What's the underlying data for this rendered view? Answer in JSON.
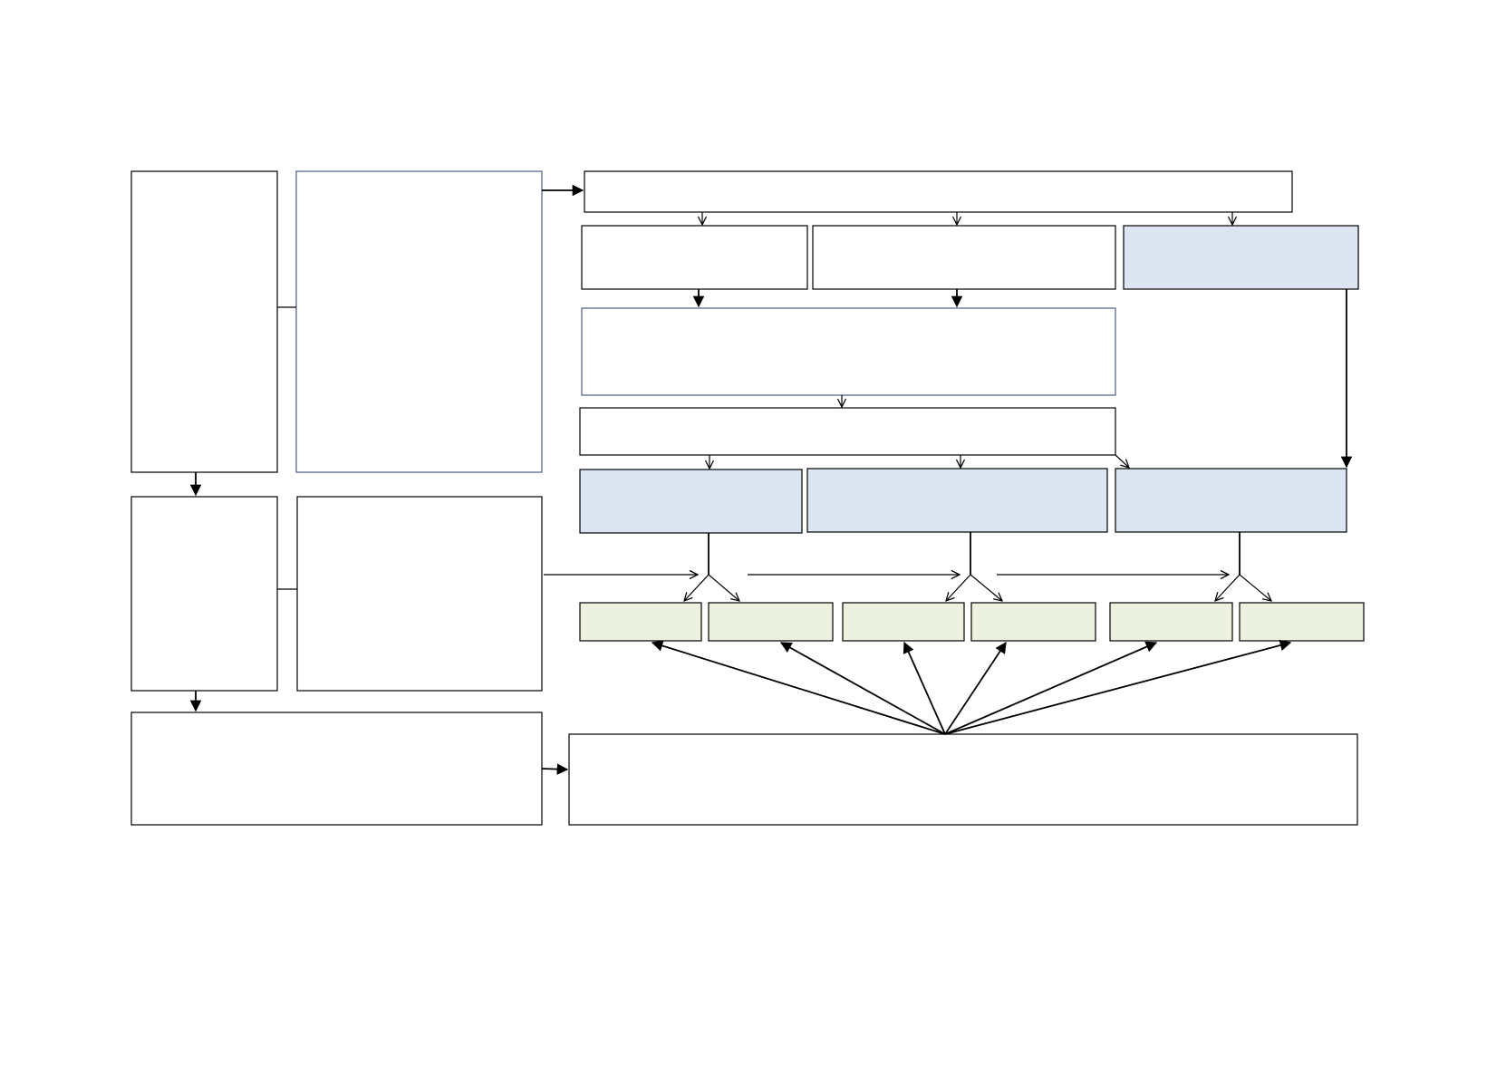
{
  "colors": {
    "border": "#000000",
    "blue_border": "#4a5f86",
    "blue_fill": "#dce6f2",
    "green_fill": "#ebf1de",
    "background": "#ffffff"
  },
  "diagram": {
    "boxes": [
      {
        "id": "left-top",
        "fill": "white",
        "label": ""
      },
      {
        "id": "left-top-detail",
        "fill": "white",
        "label": ""
      },
      {
        "id": "left-middle",
        "fill": "white",
        "label": ""
      },
      {
        "id": "left-middle-detail",
        "fill": "white",
        "label": ""
      },
      {
        "id": "left-bottom",
        "fill": "white",
        "label": ""
      },
      {
        "id": "top-wide",
        "fill": "white",
        "label": ""
      },
      {
        "id": "row2-a",
        "fill": "white",
        "label": ""
      },
      {
        "id": "row2-b",
        "fill": "white",
        "label": ""
      },
      {
        "id": "row2-c",
        "fill": "blue",
        "label": ""
      },
      {
        "id": "row3",
        "fill": "white",
        "label": ""
      },
      {
        "id": "row4",
        "fill": "white",
        "label": ""
      },
      {
        "id": "row5-a",
        "fill": "blue",
        "label": ""
      },
      {
        "id": "row5-b",
        "fill": "blue",
        "label": ""
      },
      {
        "id": "row5-c",
        "fill": "blue",
        "label": ""
      },
      {
        "id": "leaf-1",
        "fill": "green",
        "label": ""
      },
      {
        "id": "leaf-2",
        "fill": "green",
        "label": ""
      },
      {
        "id": "leaf-3",
        "fill": "green",
        "label": ""
      },
      {
        "id": "leaf-4",
        "fill": "green",
        "label": ""
      },
      {
        "id": "leaf-5",
        "fill": "green",
        "label": ""
      },
      {
        "id": "leaf-6",
        "fill": "green",
        "label": ""
      },
      {
        "id": "bottom-wide",
        "fill": "white",
        "label": ""
      }
    ]
  }
}
